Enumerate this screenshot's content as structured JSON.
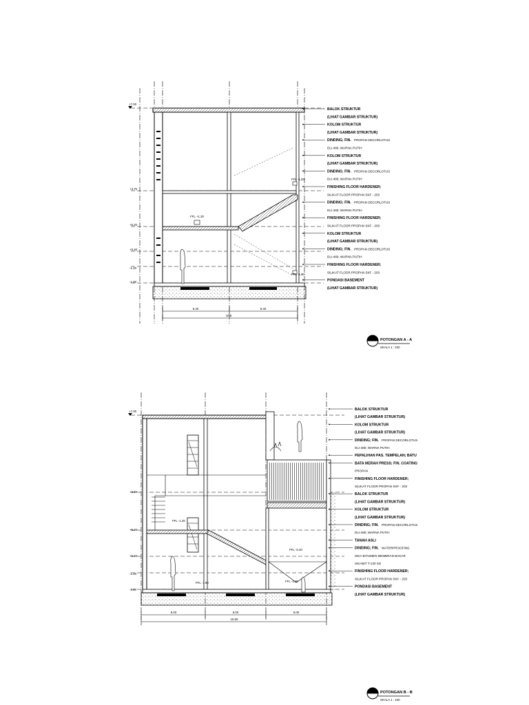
{
  "section_a": {
    "title": "POTONGAN A - A",
    "scale": "SKALA 1 : 100",
    "level_top": "+7.00",
    "levels_left": [
      "+3.70",
      "+5.20",
      "+0.40",
      "-1.20",
      "-1.90"
    ],
    "ffl_labels": [
      "FFL -1.20",
      "FFL +1.20",
      "FFL -1.90"
    ],
    "dims": [
      "5.40",
      "10.8",
      "5.40"
    ],
    "notes": [
      {
        "b": "BALOK STRUKTUR",
        "r": ""
      },
      {
        "b": "(LIHAT GAMBAR STRUKTUR)",
        "r": ""
      },
      {
        "b": "KOLOM STRUKTUR",
        "r": ""
      },
      {
        "b": "(LIHAT GAMBAR STRUKTUR)",
        "r": ""
      },
      {
        "b": "DINDING; FIN.",
        "r": "PROPAN DECORLOTUS"
      },
      {
        "b": "",
        "r": "DLI-480; WARNA PUTIH"
      },
      {
        "b": "KOLOM STRUKTUR",
        "r": ""
      },
      {
        "b": "(LIHAT GAMBAR STRUKTUR)",
        "r": ""
      },
      {
        "b": "DINDING; FIN.",
        "r": "PROPAN DECORLOTUS"
      },
      {
        "b": "",
        "r": "DLI-480; WARNA PUTIH"
      },
      {
        "b": "FINISHING FLOOR HARDENER;",
        "r": ""
      },
      {
        "b": "",
        "r": "SILIKAT FLOOR PROPAN SKF - 203"
      },
      {
        "b": "DINDING; FIN.",
        "r": "PROPAN DECORLOTUS"
      },
      {
        "b": "",
        "r": "DLI-480; WARNA PUTIH"
      },
      {
        "b": "FINISHING FLOOR HARDENER;",
        "r": ""
      },
      {
        "b": "",
        "r": "SILIKAT FLOOR PROPAN SKF - 203"
      },
      {
        "b": "KOLOM STRUKTUR",
        "r": ""
      },
      {
        "b": "(LIHAT GAMBAR STRUKTUR)",
        "r": ""
      },
      {
        "b": "DINDING; FIN.",
        "r": "PROPAN DECORLOTUS"
      },
      {
        "b": "",
        "r": "DLI-480; WARNA PUTIH"
      },
      {
        "b": "FINISHING FLOOR HARDENER;",
        "r": ""
      },
      {
        "b": "",
        "r": "SILIKAT FLOOR PROPAN SKF - 203"
      },
      {
        "b": "PONDASI BASEMENT",
        "r": ""
      },
      {
        "b": "(LIHAT GAMBAR STRUKTUR)",
        "r": ""
      }
    ]
  },
  "section_b": {
    "title": "POTONGAN B - B",
    "scale": "SKALA 1 : 100",
    "level_top": "+7.00",
    "levels_left": [
      "+3.60",
      "+5.20",
      "+0.40",
      "-1.20",
      "-1.90"
    ],
    "ffl_labels": [
      "FFL -1.20",
      "FFL -0.40",
      "FFL -1.90",
      "FFL -1.90"
    ],
    "dims": [
      "5.00",
      "5.00",
      "5.00",
      "15.00"
    ],
    "notes": [
      {
        "b": "BALOK STRUKTUR",
        "r": ""
      },
      {
        "b": "(LIHAT GAMBAR STRUKTUR)",
        "r": ""
      },
      {
        "b": "KOLOM STRUKTUR",
        "r": ""
      },
      {
        "b": "(LIHAT GAMBAR STRUKTUR)",
        "r": ""
      },
      {
        "b": "DINDING; FIN.",
        "r": "PROPAN DECORLOTUS"
      },
      {
        "b": "",
        "r": "DLI-480; WARNA PUTIH"
      },
      {
        "b": "PEPALIHAN PAS. TEMPELAN; BATU",
        "r": ""
      },
      {
        "b": "BATA MERAH PRESS; FIN. COATING",
        "r": ""
      },
      {
        "b": "",
        "r": "PROPAN"
      },
      {
        "b": "FINISHING FLOOR HARDENER;",
        "r": ""
      },
      {
        "b": "",
        "r": "SILIKAT FLOOR PROPAN SKF - 203"
      },
      {
        "b": "BALOK STRUKTUR",
        "r": ""
      },
      {
        "b": "(LIHAT GAMBAR STRUKTUR)",
        "r": ""
      },
      {
        "b": "KOLOM STRUKTUR",
        "r": ""
      },
      {
        "b": "(LIHAT GAMBAR STRUKTUR)",
        "r": ""
      },
      {
        "b": "DINDING; FIN.",
        "r": "PROPAN DECORLOTUS"
      },
      {
        "b": "",
        "r": "DLI-480; WARNA PUTIH"
      },
      {
        "b": "TANAH ASLI",
        "r": ""
      },
      {
        "b": "DINDING; FIN.",
        "r": "WATERPROOFING"
      },
      {
        "b": "",
        "r": "SIKA BITUMEN MEMBRAN BAKAR"
      },
      {
        "b": "",
        "r": "SIKABIT T-130 SG"
      },
      {
        "b": "FINISHING FLOOR HARDENER;",
        "r": ""
      },
      {
        "b": "",
        "r": "SILIKAT FLOOR PROPAN SKF - 203"
      },
      {
        "b": "PONDASI BASEMENT",
        "r": ""
      },
      {
        "b": "(LIHAT GAMBAR STRUKTUR)",
        "r": ""
      }
    ]
  }
}
